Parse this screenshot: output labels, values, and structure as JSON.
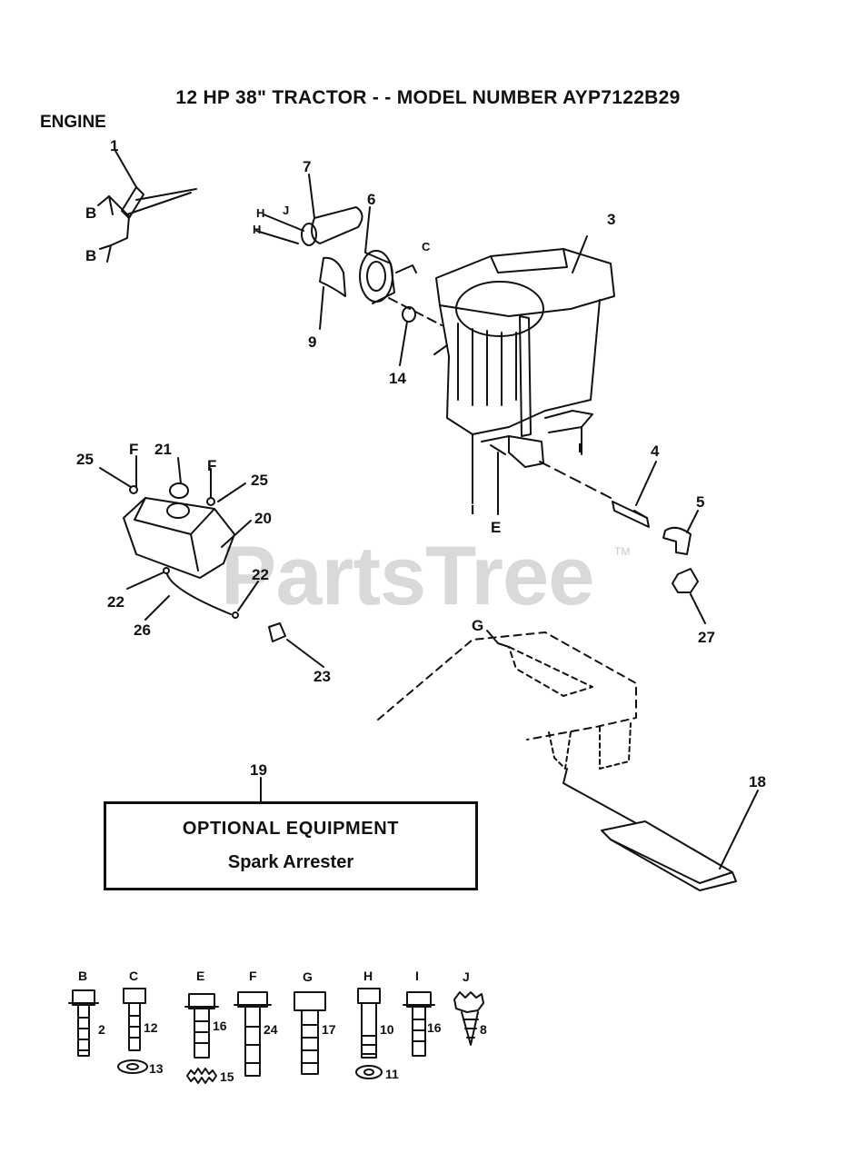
{
  "title": "12 HP 38\" TRACTOR - - MODEL NUMBER AYP7122B29",
  "section_label": "ENGINE",
  "watermark": "PartsTree",
  "watermark_tm": "TM",
  "optional_box": {
    "heading": "OPTIONAL EQUIPMENT",
    "item": "Spark Arrester"
  },
  "callouts": [
    "1",
    "3",
    "4",
    "5",
    "6",
    "7",
    "9",
    "14",
    "18",
    "19",
    "20",
    "21",
    "22",
    "22",
    "23",
    "25",
    "25",
    "26",
    "27"
  ],
  "reference_letters": [
    "B",
    "B",
    "C",
    "E",
    "F",
    "F",
    "G",
    "H",
    "H",
    "I",
    "I",
    "J"
  ],
  "hardware": [
    {
      "letter": "B",
      "qty": "2"
    },
    {
      "letter": "C",
      "qty": "12",
      "washer": "13"
    },
    {
      "letter": "E",
      "qty": "16",
      "washer": "15"
    },
    {
      "letter": "F",
      "qty": "24"
    },
    {
      "letter": "G",
      "qty": "17"
    },
    {
      "letter": "H",
      "qty": "10",
      "washer": "11"
    },
    {
      "letter": "I",
      "qty": "16"
    },
    {
      "letter": "J",
      "qty": "8"
    }
  ]
}
